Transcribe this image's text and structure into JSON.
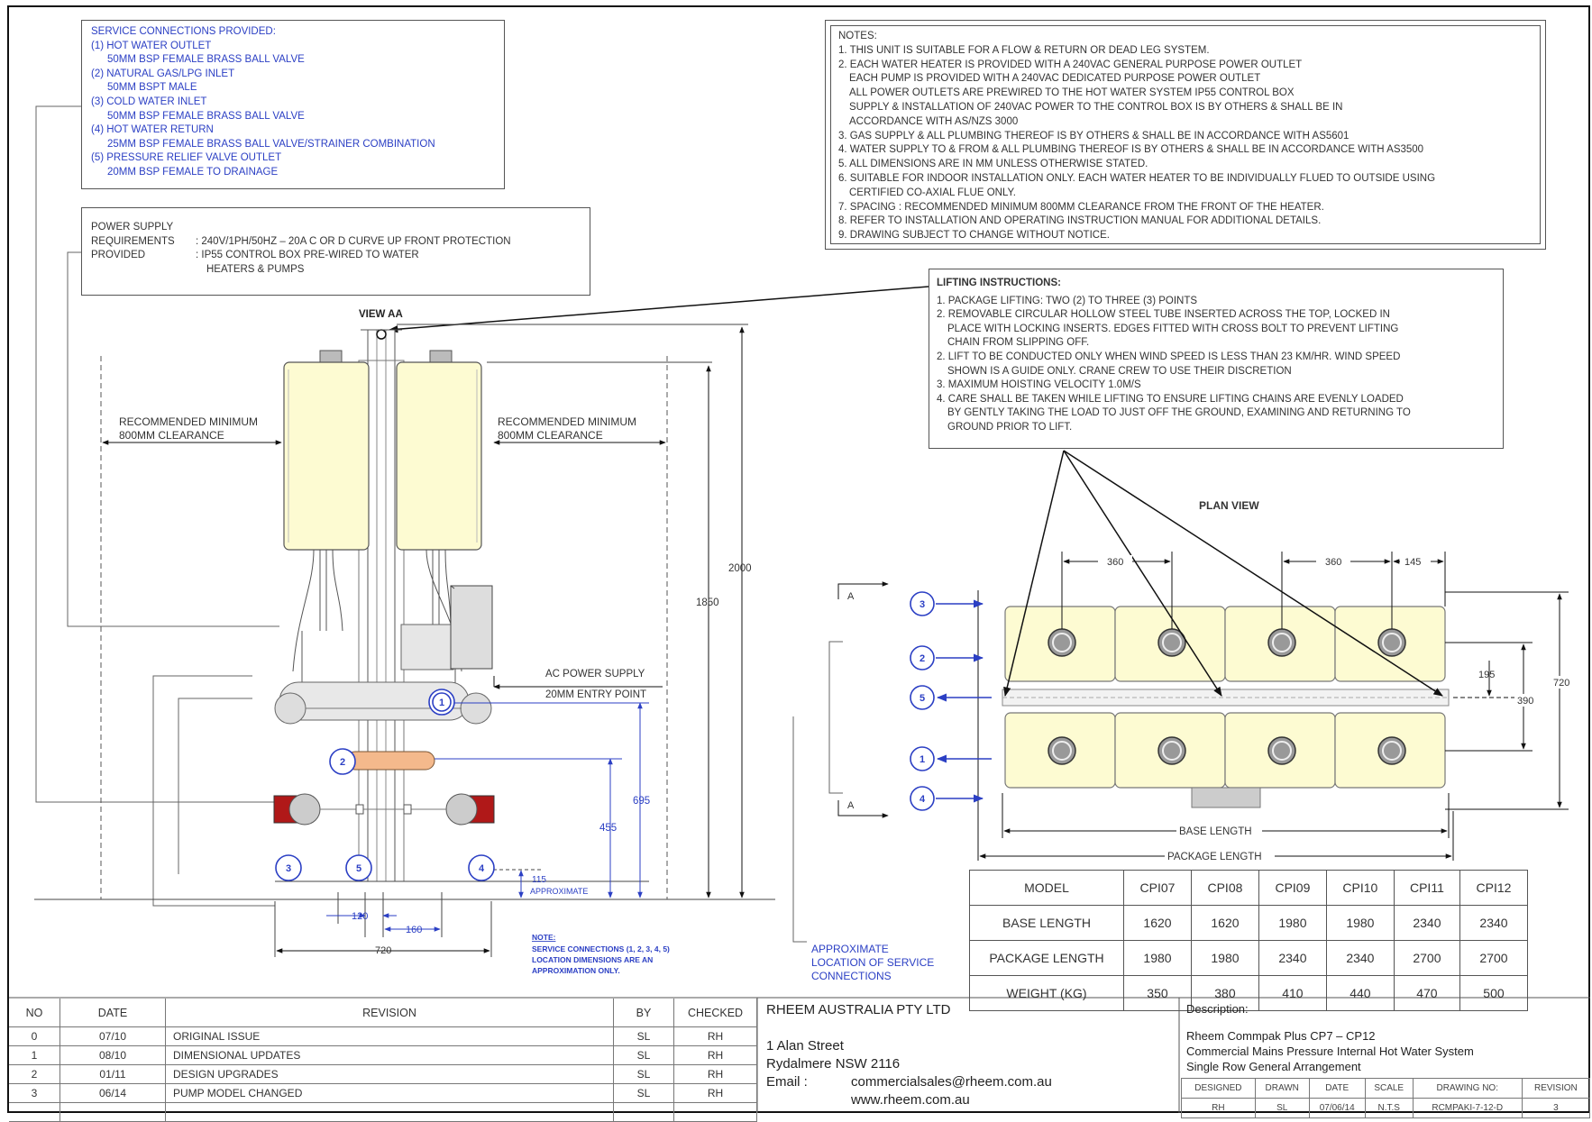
{
  "service_connections": {
    "title": "SERVICE CONNECTIONS PROVIDED:",
    "items": [
      {
        "label": "(1) HOT WATER OUTLET",
        "detail": "50MM BSP FEMALE BRASS BALL VALVE"
      },
      {
        "label": "(2) NATURAL GAS/LPG INLET",
        "detail": "50MM BSPT MALE"
      },
      {
        "label": "(3) COLD WATER INLET",
        "detail": "50MM BSP FEMALE BRASS BALL VALVE"
      },
      {
        "label": "(4) HOT WATER RETURN",
        "detail": "25MM BSP FEMALE BRASS BALL VALVE/STRAINER COMBINATION"
      },
      {
        "label": "(5) PRESSURE RELIEF VALVE OUTLET",
        "detail": "20MM BSP FEMALE TO DRAINAGE"
      }
    ]
  },
  "power_supply": {
    "title": "POWER SUPPLY",
    "requirements_label": "REQUIREMENTS",
    "requirements_value": ": 240V/1PH/50HZ – 20A C OR D CURVE UP FRONT PROTECTION",
    "provided_label": "PROVIDED",
    "provided_value": ": IP55 CONTROL BOX PRE-WIRED TO WATER",
    "provided_value2": "HEATERS & PUMPS"
  },
  "notes": {
    "title": "NOTES:",
    "lines": [
      "1. THIS UNIT IS SUITABLE FOR A FLOW & RETURN OR DEAD LEG SYSTEM.",
      "2. EACH WATER HEATER IS PROVIDED WITH A 240VAC GENERAL PURPOSE POWER OUTLET",
      "EACH PUMP IS PROVIDED WITH A 240VAC DEDICATED PURPOSE POWER OUTLET",
      "ALL POWER OUTLETS ARE PREWIRED TO THE HOT WATER SYSTEM IP55 CONTROL BOX",
      "SUPPLY & INSTALLATION OF 240VAC POWER TO THE CONTROL BOX IS BY OTHERS & SHALL BE IN",
      "ACCORDANCE WITH AS/NZS 3000",
      "3. GAS SUPPLY & ALL PLUMBING THEREOF IS BY OTHERS & SHALL BE IN ACCORDANCE WITH AS5601",
      "4. WATER SUPPLY TO & FROM & ALL PLUMBING THEREOF IS BY OTHERS & SHALL BE IN ACCORDANCE WITH AS3500",
      "5. ALL DIMENSIONS ARE IN MM UNLESS OTHERWISE STATED.",
      "6. SUITABLE FOR INDOOR INSTALLATION ONLY. EACH WATER HEATER TO BE INDIVIDUALLY FLUED TO OUTSIDE USING",
      "CERTIFIED CO-AXIAL FLUE ONLY.",
      "7. SPACING :   RECOMMENDED MINIMUM 800MM CLEARANCE FROM THE FRONT OF THE HEATER.",
      "8. REFER TO INSTALLATION AND OPERATING INSTRUCTION MANUAL FOR ADDITIONAL DETAILS.",
      "9. DRAWING SUBJECT TO CHANGE WITHOUT NOTICE."
    ]
  },
  "lifting": {
    "title": "LIFTING INSTRUCTIONS:",
    "lines": [
      "1. PACKAGE LIFTING:  TWO (2) TO THREE (3) POINTS",
      "2. REMOVABLE CIRCULAR HOLLOW STEEL TUBE INSERTED ACROSS THE TOP, LOCKED IN",
      "PLACE WITH LOCKING INSERTS. EDGES FITTED WITH CROSS BOLT TO PREVENT LIFTING",
      "CHAIN FROM SLIPPING OFF.",
      "2. LIFT TO BE CONDUCTED ONLY WHEN WIND SPEED IS LESS THAN 23 KM/HR. WIND SPEED",
      "SHOWN IS A GUIDE ONLY. CRANE CREW TO USE THEIR DISCRETION",
      "3. MAXIMUM HOISTING VELOCITY 1.0M/S",
      "4. CARE SHALL BE TAKEN WHILE LIFTING TO ENSURE LIFTING CHAINS ARE EVENLY LOADED",
      "BY GENTLY TAKING THE LOAD TO JUST OFF THE GROUND, EXAMINING AND RETURNING TO",
      "GROUND PRIOR TO LIFT."
    ]
  },
  "front_view": {
    "view_label": "VIEW AA",
    "clearance_left_1": "RECOMMENDED MINIMUM",
    "clearance_left_2": "800MM CLEARANCE",
    "clearance_right_1": "RECOMMENDED MINIMUM",
    "clearance_right_2": "800MM CLEARANCE",
    "ac_power_1": "AC POWER SUPPLY",
    "ac_power_2": "20MM ENTRY POINT",
    "dim_2000": "2000",
    "dim_1850": "1850",
    "dim_695": "695",
    "dim_455": "455",
    "dim_115": "115",
    "dim_approx": "APPROXIMATE",
    "dim_120": "120",
    "dim_160": "160",
    "dim_720": "720",
    "c1": "1",
    "c2": "2",
    "c3": "3",
    "c4": "4",
    "c5": "5",
    "note_title": "NOTE:",
    "note_1": "SERVICE CONNECTIONS (1, 2, 3, 4, 5)",
    "note_2": "LOCATION DIMENSIONS ARE AN",
    "note_3": "APPROXIMATION ONLY."
  },
  "plan_view": {
    "title": "PLAN VIEW",
    "section_a": "A",
    "dim_360a": "360",
    "dim_360b": "360",
    "dim_145": "145",
    "dim_195": "195",
    "dim_390": "390",
    "dim_720": "720",
    "base_length": "BASE LENGTH",
    "package_length": "PACKAGE LENGTH",
    "c1": "1",
    "c2": "2",
    "c3": "3",
    "c4": "4",
    "c5": "5",
    "approx_1": "APPROXIMATE",
    "approx_2": "LOCATION OF SERVICE",
    "approx_3": "CONNECTIONS"
  },
  "model_table": {
    "rows": [
      [
        "MODEL",
        "CPI07",
        "CPI08",
        "CPI09",
        "CPI10",
        "CPI11",
        "CPI12"
      ],
      [
        "BASE LENGTH",
        "1620",
        "1620",
        "1980",
        "1980",
        "2340",
        "2340"
      ],
      [
        "PACKAGE LENGTH",
        "1980",
        "1980",
        "2340",
        "2340",
        "2700",
        "2700"
      ],
      [
        "WEIGHT (KG)",
        "350",
        "380",
        "410",
        "440",
        "470",
        "500"
      ]
    ]
  },
  "revisions": {
    "headers": [
      "NO",
      "DATE",
      "REVISION",
      "BY",
      "CHECKED"
    ],
    "rows": [
      [
        "0",
        "07/10",
        "ORIGINAL ISSUE",
        "SL",
        "RH"
      ],
      [
        "1",
        "08/10",
        "DIMENSIONAL UPDATES",
        "SL",
        "RH"
      ],
      [
        "2",
        "01/11",
        "DESIGN UPGRADES",
        "SL",
        "RH"
      ],
      [
        "3",
        "06/14",
        "PUMP MODEL CHANGED",
        "SL",
        "RH"
      ]
    ]
  },
  "company": {
    "name": "RHEEM AUSTRALIA PTY LTD",
    "street": "1 Alan Street",
    "suburb": "Rydalmere NSW 2116",
    "email_label": "Email :",
    "email": "commercialsales@rheem.com.au",
    "web": "www.rheem.com.au"
  },
  "description": {
    "label": "Description:",
    "line1": "Rheem Commpak Plus CP7 – CP12",
    "line2": "Commercial Mains Pressure Internal Hot Water System",
    "line3": "Single Row General Arrangement",
    "fields": [
      "DESIGNED",
      "DRAWN",
      "DATE",
      "SCALE",
      "DRAWING NO:",
      "REVISION"
    ],
    "values": [
      "RH",
      "SL",
      "07/06/14",
      "N.T.S",
      "RCMPAKI-7-12-D",
      "3"
    ]
  },
  "colors": {
    "heater": "#fdfbd2",
    "connection_blue": "#2b3fc4",
    "gas_pipe": "#f4b98c",
    "pump_red": "#b01818"
  }
}
